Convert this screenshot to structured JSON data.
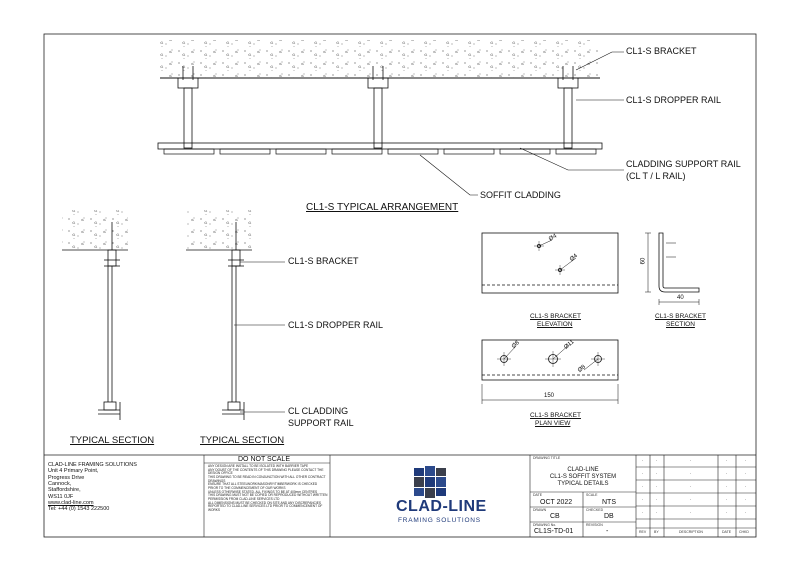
{
  "labels": {
    "top_bracket": "CL1-S BRACKET",
    "top_dropper": "CL1-S DROPPER RAIL",
    "top_support_1": "CLADDING SUPPORT RAIL",
    "top_support_2": "(CL T / L RAIL)",
    "soffit_cladding": "SOFFIT CLADDING",
    "arrangement_title": "CL1-S TYPICAL ARRANGEMENT",
    "sec_bracket": "CL1-S BRACKET",
    "sec_dropper": "CL1-S DROPPER RAIL",
    "sec_support_1": "CL CLADDING",
    "sec_support_2": "SUPPORT RAIL",
    "typical_section_1": "TYPICAL SECTION",
    "typical_section_2": "TYPICAL SECTION",
    "elev_title_1": "CL1-S BRACKET",
    "elev_title_2": "ELEVATION",
    "section_title_1": "CL1-S BRACKET",
    "section_title_2": "SECTION",
    "plan_title_1": "CL1-S BRACKET",
    "plan_title_2": "PLAN VIEW"
  },
  "dimensions": {
    "elev_d1": "Ø4",
    "elev_d2": "Ø4",
    "sec_height": "60",
    "sec_width": "40",
    "plan_d1": "Ø8",
    "plan_d2": "Ø11",
    "plan_d3": "Ø8",
    "plan_length": "150"
  },
  "title_block": {
    "company": "CLAD-LINE FRAMING SOLUTIONS",
    "address": [
      "Unit 4 Primary Point,",
      "Progress Drive",
      "Cannock,",
      "Staffordshire,",
      "WS11 0JF"
    ],
    "website": "www.clad-line.com",
    "tel": "Tel: +44 (0) 1543 222500",
    "do_not_scale": "DO NOT SCALE",
    "notes": [
      "ANY DESIGN ARE INSTALL TO BE ISOLATED WITH BARRIER TAPE",
      "ANY DOUBT OF THE CONTENTS OF THIS DRAWING PLEASE CONTACT THE DESIGN OFFICE",
      "THIS DRAWING TO BE READ IN CONJUNCTION WITH ALL OTHER CONTRACT DRAWINGS",
      "ENSURE THAT ALL STEELWORK/MASONRY/TIMBERWORK IS CHECKED PRIOR TO THE COMMENCEMENT OF OUR WORKS",
      "UNLESS OTHERWISE STATED, ALL FIXINGS TO BE AT 400mm CENTRES",
      "THIS DRAWING MUST NOT BE COPIED OR REPRODUCED WITHOUT WRITTEN PERMISSION FROM CLAD-LINE SERVICES LTD",
      "ALL DIMENSIONS MUST BE CHECKED ON SITE AND ANY DISCREPANCIES REPORTED TO CLAD-LINE SERVICES LTD PRIOR TO COMMENCEMENT OF WORKS"
    ],
    "logo_text_1": "CLAD-LINE",
    "logo_text_2": "FRAMING SOLUTIONS",
    "drawing_title_hdr": "DRAWING TITLE",
    "drawing_title": [
      "CLAD-LINE",
      "CL1-S SOFFIT SYSTEM",
      "TYPICAL DETAILS"
    ],
    "date_hdr": "DATE",
    "date": "OCT 2022",
    "scale_hdr": "SCALE",
    "scale": "NTS",
    "drawn_hdr": "DRAWN",
    "drawn": "CB",
    "checked_hdr": "CHECKED",
    "checked": "DB",
    "drawing_no_hdr": "DRAWING No.",
    "drawing_no": "CL1S-TD-01",
    "revision_hdr": "REVISION",
    "revision": "-",
    "rev_cols": [
      "REV",
      "BY",
      "DESCRIPTION",
      "DATE",
      "CHKD"
    ],
    "rev_dash": "-"
  },
  "colors": {
    "logo_blue": "#1f3a7a",
    "logo_dark": "#3b3f4c",
    "line": "#111111"
  }
}
